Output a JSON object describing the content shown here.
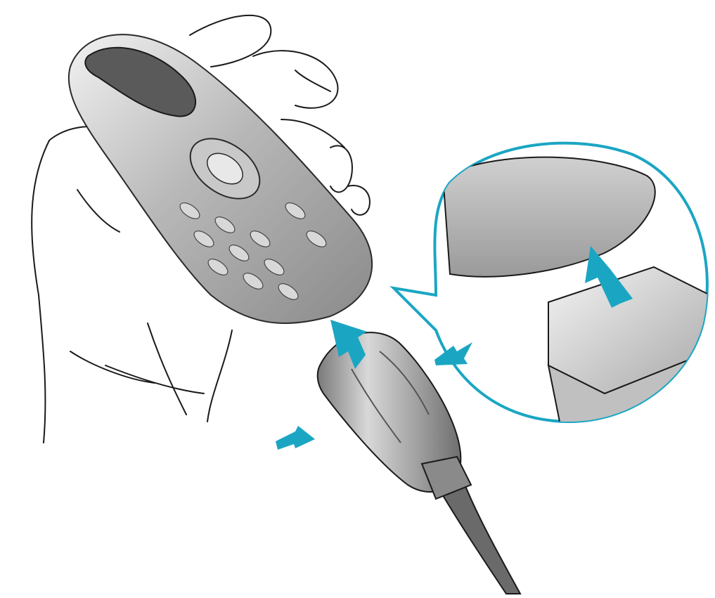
{
  "figure": {
    "subject": "phone-charger-connection-instruction",
    "colors": {
      "accent": "#1aa6c3",
      "line": "#1a1a1a",
      "shade_dark": "#8a8a8a",
      "shade_mid": "#b8b8b8",
      "shade_light": "#e4e4e4",
      "background": "#ffffff"
    },
    "icons": [
      "hand",
      "mobile-phone",
      "charger-plug",
      "arrow",
      "zoom-callout"
    ]
  }
}
